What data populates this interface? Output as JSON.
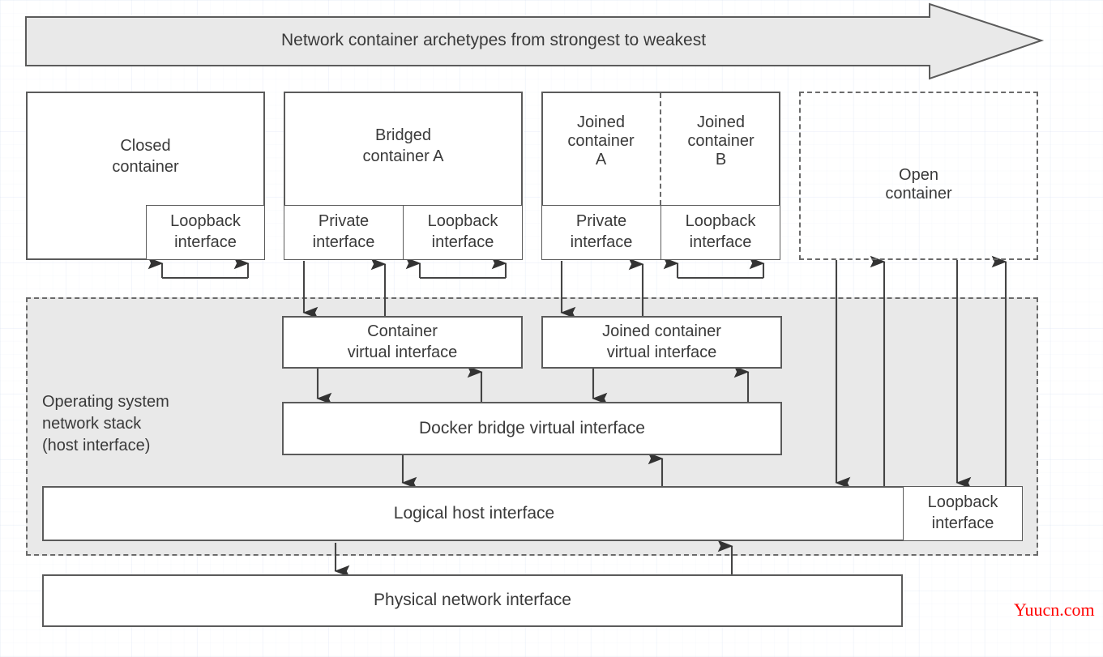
{
  "banner": {
    "text": "Network container archetypes from strongest to weakest",
    "fill": "#e9e9e9",
    "stroke": "#5b5b5b"
  },
  "containers": [
    {
      "id": "closed-container",
      "title": "Closed\ncontainer",
      "style": "solid",
      "interfaces": [
        {
          "id": "closed-loopback",
          "label": "Loopback\ninterface"
        }
      ]
    },
    {
      "id": "bridged-container-a",
      "title": "Bridged\ncontainer A",
      "style": "solid",
      "interfaces": [
        {
          "id": "bridged-private",
          "label": "Private\ninterface"
        },
        {
          "id": "bridged-loopback",
          "label": "Loopback\ninterface"
        }
      ]
    },
    {
      "id": "joined-container-a",
      "title": "Joined\ncontainer\nA",
      "style": "solid-split",
      "interfaces": [
        {
          "id": "joined-private",
          "label": "Private\ninterface"
        }
      ]
    },
    {
      "id": "joined-container-b",
      "title": "Joined\ncontainer\nB",
      "style": "solid-split",
      "interfaces": [
        {
          "id": "joined-loopback",
          "label": "Loopback\ninterface"
        }
      ]
    },
    {
      "id": "open-container",
      "title": "Open\ncontainer",
      "style": "dashed",
      "interfaces": []
    }
  ],
  "os_stack": {
    "label": "Operating system\nnetwork stack\n(host interface)",
    "shade_color": "#e9e9e9",
    "border_style": "dashed",
    "boxes": [
      {
        "id": "container-virtual-interface",
        "label": "Container\nvirtual interface"
      },
      {
        "id": "joined-container-virtual-interface",
        "label": "Joined container\nvirtual interface"
      },
      {
        "id": "docker-bridge-virtual-interface",
        "label": "Docker bridge virtual interface"
      },
      {
        "id": "logical-host-interface",
        "label": "Logical host interface"
      },
      {
        "id": "host-loopback-interface",
        "label": "Loopback\ninterface"
      }
    ]
  },
  "physical": {
    "id": "physical-network-interface",
    "label": "Physical network interface"
  },
  "watermark": {
    "text": "Yuucn.com",
    "color": "#ff0000"
  },
  "colors": {
    "line": "#5b5b5b",
    "text": "#3a3a3a",
    "shade": "#e9e9e9",
    "page": "#ffffff"
  }
}
